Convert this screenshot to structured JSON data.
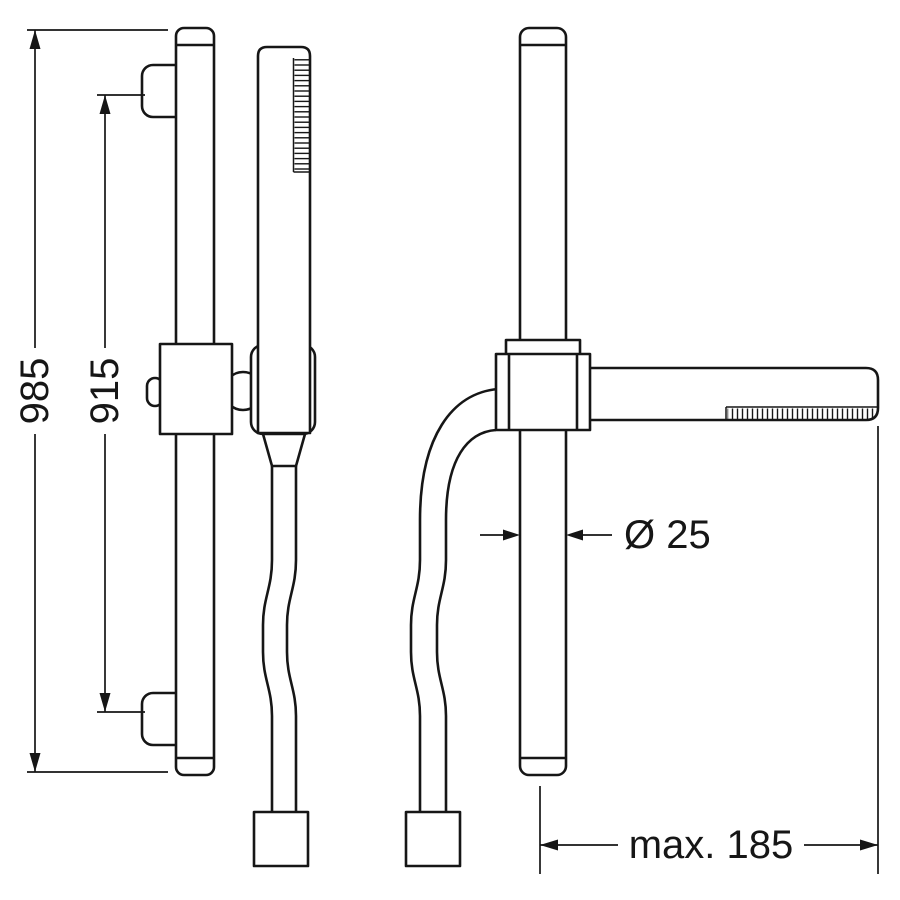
{
  "drawing": {
    "background": "#ffffff",
    "line_color": "#161616",
    "dimension_labels": {
      "overall_height": "985",
      "bracket_spacing": "915",
      "bar_diameter": "Ø 25",
      "max_reach": "max. 185"
    }
  }
}
